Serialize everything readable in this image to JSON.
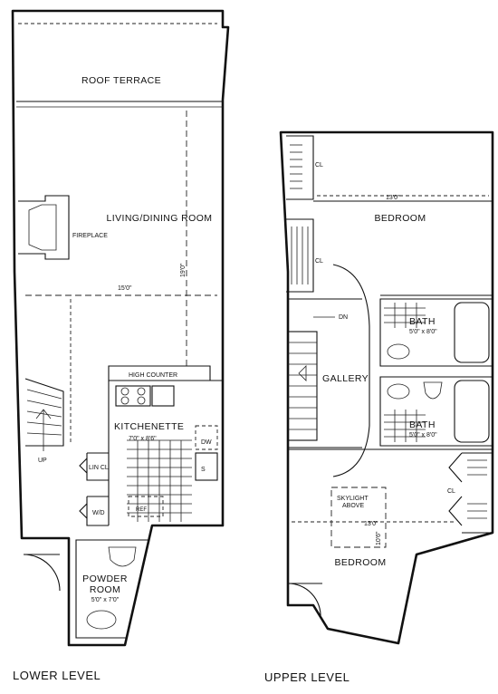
{
  "lower_level": {
    "caption": "LOWER LEVEL",
    "rooms": {
      "roof_terrace": "ROOF TERRACE",
      "living_dining": "LIVING/DINING ROOM",
      "fireplace": "FIREPLACE",
      "living_dim_w": "15'0\"",
      "living_dim_d": "19'0\"",
      "high_counter": "HIGH COUNTER",
      "kitchenette": "KITCHENETTE",
      "kitchenette_dim": "7'0\" x 8'6\"",
      "dw": "DW",
      "stairs_up": "UP",
      "linen_closet": "LIN CL",
      "washer_dryer": "W/D",
      "sink_s": "S",
      "ref": "REF",
      "powder_room_1": "POWDER",
      "powder_room_2": "ROOM",
      "powder_dim": "5'0\" x 7'0\""
    }
  },
  "upper_level": {
    "caption": "UPPER LEVEL",
    "rooms": {
      "bedroom_top": "BEDROOM",
      "bedroom_top_dim": "13'0\"",
      "cl_1": "CL",
      "cl_2": "CL",
      "cl_3": "CL",
      "dn": "DN",
      "gallery": "GALLERY",
      "bath_1": "BATH",
      "bath_1_dim": "5'0\" x 8'0\"",
      "bath_2": "BATH",
      "bath_2_dim": "5'0\" x 8'0\"",
      "skylight_1": "SKYLIGHT",
      "skylight_2": "ABOVE",
      "bedroom_bottom": "BEDROOM",
      "bedroom_bottom_dim_w": "13'0\"",
      "bedroom_bottom_dim_d": "10'6\""
    }
  }
}
